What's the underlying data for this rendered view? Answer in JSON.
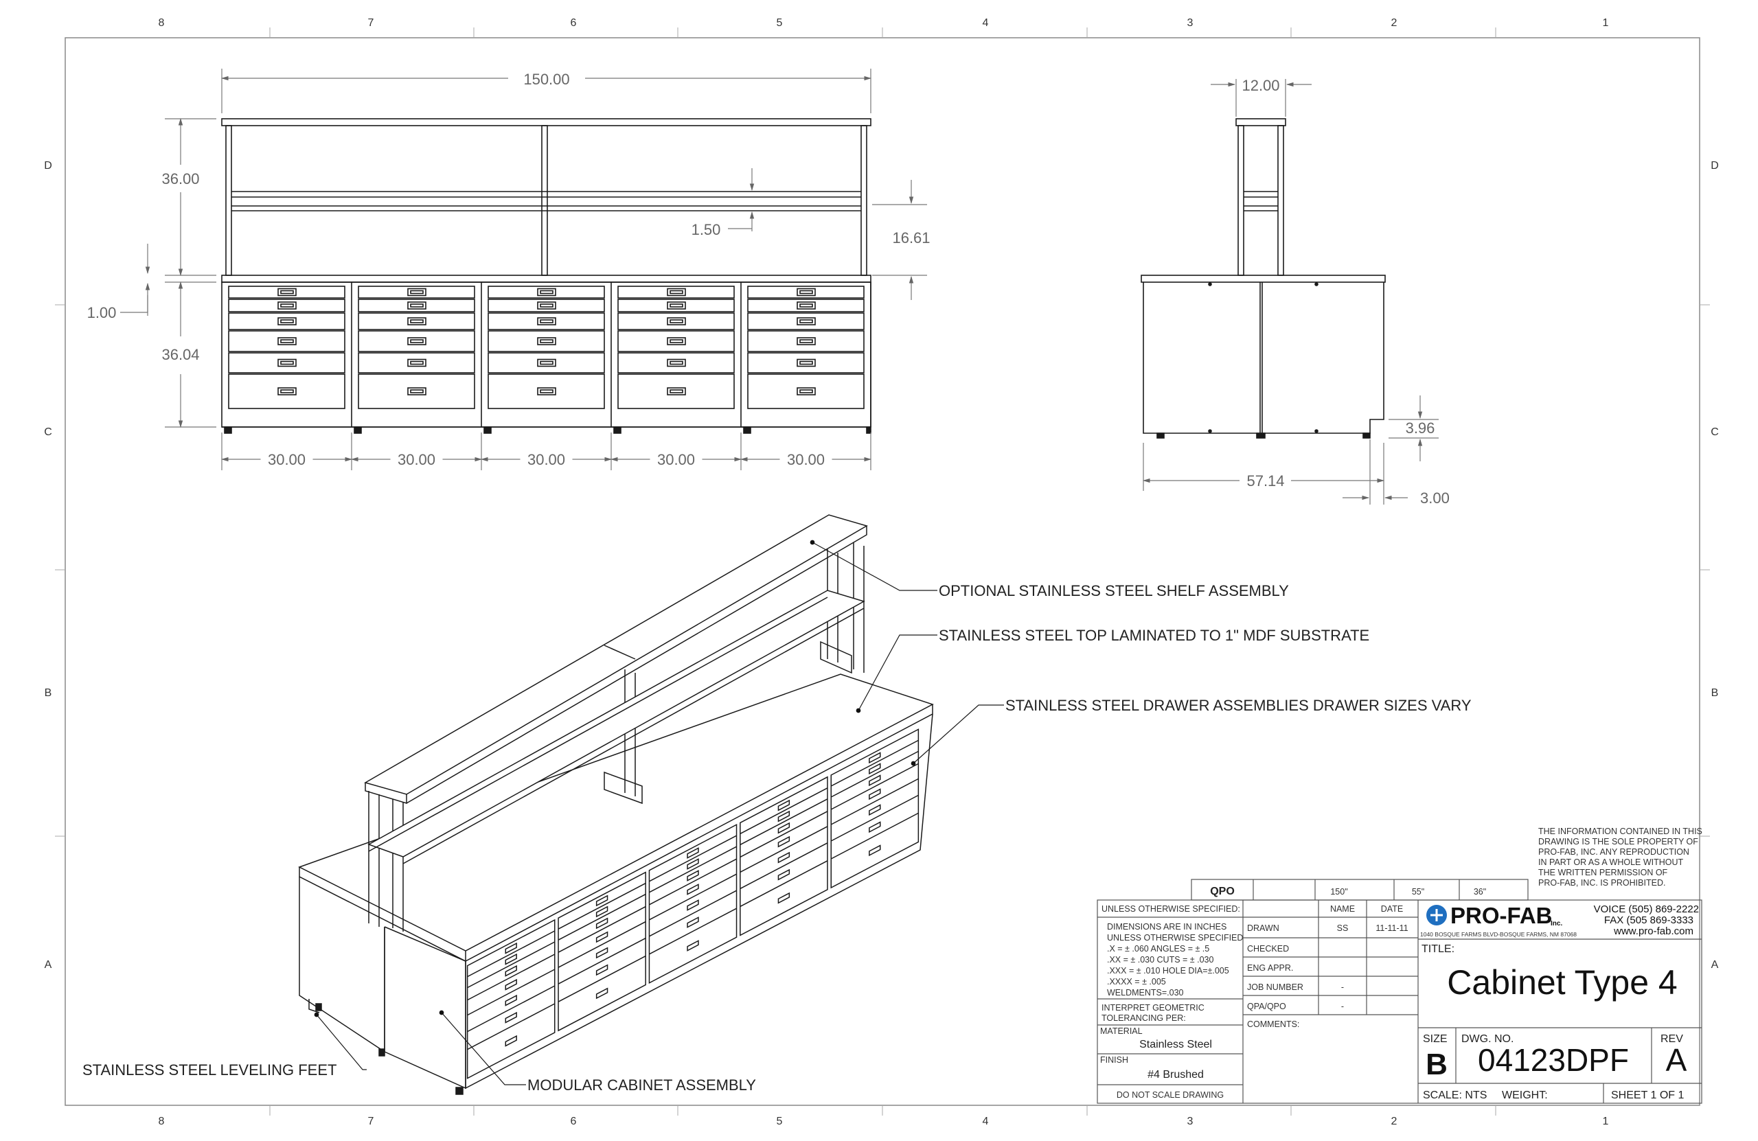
{
  "zones": {
    "columns": [
      "8",
      "7",
      "6",
      "5",
      "4",
      "3",
      "2",
      "1"
    ],
    "rows": [
      "D",
      "C",
      "B",
      "A"
    ]
  },
  "front_view": {
    "dims": {
      "overall_width": "150.00",
      "shelf_height": "36.00",
      "shelf_gap": "1.50",
      "shelf_depth_offset": "16.61",
      "top_thickness": "1.00",
      "cabinet_height": "36.04",
      "bay_widths": [
        "30.00",
        "30.00",
        "30.00",
        "30.00",
        "30.00"
      ]
    }
  },
  "side_view": {
    "dims": {
      "shelf_depth": "12.00",
      "kick_height": "3.96",
      "overall_depth": "57.14",
      "kick_depth": "3.00"
    }
  },
  "callouts": {
    "shelf": "OPTIONAL STAINLESS STEEL SHELF ASSEMBLY",
    "top": "STAINLESS STEEL TOP LAMINATED TO 1\" MDF SUBSTRATE",
    "drawers": "STAINLESS STEEL DRAWER ASSEMBLIES DRAWER SIZES VARY",
    "feet": "STAINLESS STEEL LEVELING FEET",
    "cabinet": "MODULAR CABINET ASSEMBLY"
  },
  "proprietary_note": [
    "THE INFORMATION CONTAINED IN THIS",
    "DRAWING IS THE SOLE PROPERTY OF",
    "PRO-FAB, INC.  ANY REPRODUCTION",
    "IN PART OR AS A WHOLE WITHOUT",
    "THE WRITTEN PERMISSION OF",
    "PRO-FAB, INC. IS PROHIBITED."
  ],
  "qpo": {
    "label": "QPO",
    "values": [
      "150\"",
      "55\"",
      "36\""
    ]
  },
  "title_block": {
    "unless_specified": "UNLESS OTHERWISE SPECIFIED:",
    "tolerances": [
      "DIMENSIONS ARE IN INCHES",
      "UNLESS OTHERWISE SPECIFIED",
      ".X = ± .060      ANGLES = ± .5",
      ".XX = ± .030     CUTS = ± .030",
      ".XXX = ± .010   HOLE DIA=±.005",
      ".XXXX = ± .005",
      "WELDMENTS=.030"
    ],
    "interpret": [
      "INTERPRET GEOMETRIC",
      "TOLERANCING PER:"
    ],
    "material_label": "MATERIAL",
    "material": "Stainless Steel",
    "finish_label": "FINISH",
    "finish": "#4 Brushed",
    "do_not_scale": "DO NOT SCALE DRAWING",
    "name_header": "NAME",
    "date_header": "DATE",
    "rows": [
      {
        "label": "DRAWN",
        "name": "SS",
        "date": "11-11-11"
      },
      {
        "label": "CHECKED",
        "name": "",
        "date": ""
      },
      {
        "label": "ENG APPR.",
        "name": "",
        "date": ""
      },
      {
        "label": "JOB NUMBER",
        "name": "-",
        "date": ""
      },
      {
        "label": "QPA/QPO",
        "name": "-",
        "date": ""
      }
    ],
    "comments": "COMMENTS:",
    "company": {
      "logo_text": "PRO-FAB",
      "inc": "Inc.",
      "address": "1040 BOSQUE FARMS BLVD-BOSQUE FARMS, NM 87068",
      "voice": "VOICE (505) 869-2222",
      "fax": "FAX (505 869-3333",
      "web": "www.pro-fab.com"
    },
    "title_label": "TITLE:",
    "title": "Cabinet Type 4",
    "size_label": "SIZE",
    "size": "B",
    "dwg_label": "DWG.  NO.",
    "dwg_no": "04123DPF",
    "rev_label": "REV",
    "rev": "A",
    "scale": "SCALE: NTS",
    "weight": "WEIGHT:",
    "sheet": "SHEET 1 OF 1"
  },
  "colors": {
    "line": "#1a1a1a",
    "dim": "#666666",
    "logo": "#1f6fc0"
  }
}
